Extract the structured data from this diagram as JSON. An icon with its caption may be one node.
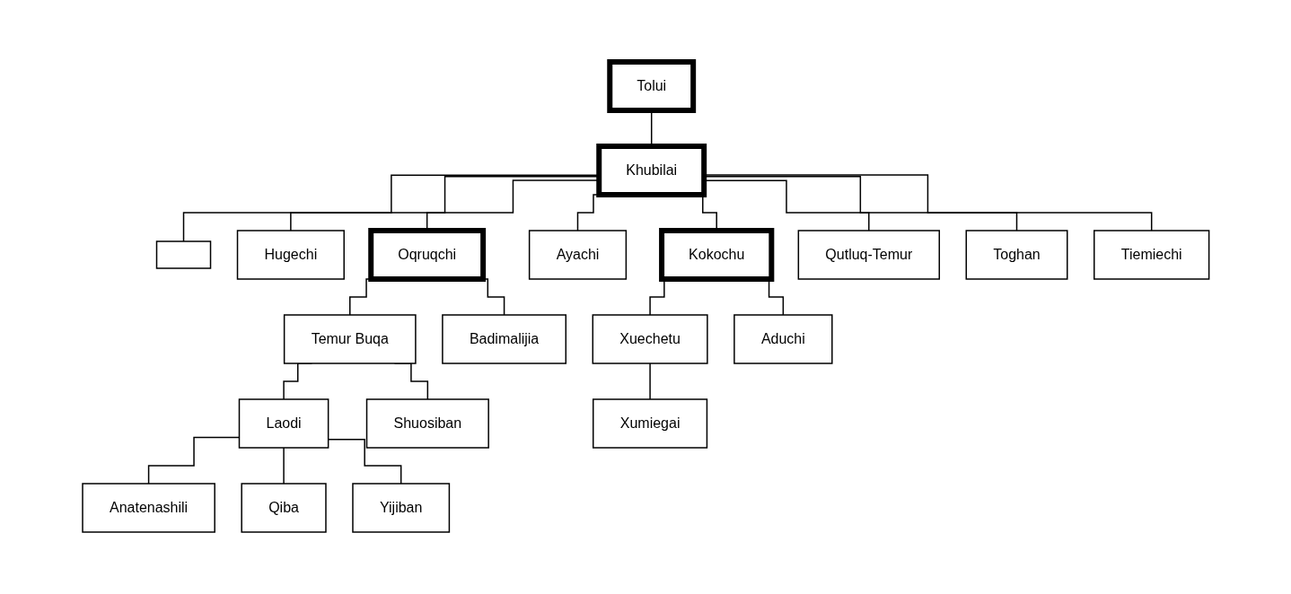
{
  "diagram": {
    "nodes": [
      {
        "text": [
          "Tolui"
        ]
      },
      {
        "text": [
          "Khubilai"
        ]
      },
      {
        "text": [],
        "shape": "box"
      },
      {
        "text": [
          "Hugechi"
        ]
      },
      {
        "text": [
          "Oqruqchi"
        ]
      },
      {
        "text": [
          "Ayachi"
        ]
      },
      {
        "text": [
          "Kokochu"
        ]
      },
      {
        "text": [
          "Qutluq-Temur"
        ]
      },
      {
        "text": [
          "Toghan"
        ]
      },
      {
        "text": [
          "Tiemiechi"
        ]
      },
      {
        "text": [
          "Temur Buqa"
        ]
      },
      {
        "text": [
          "Badimalijia"
        ]
      },
      {
        "text": [
          "Xuechetu"
        ]
      },
      {
        "text": [
          "Aduchi"
        ]
      },
      {
        "text": [
          "Laodi"
        ]
      },
      {
        "text": [
          "Shuosiban"
        ]
      },
      {
        "text": [
          "Xumiegai"
        ]
      },
      {
        "text": [
          "Anatenashili"
        ]
      },
      {
        "text": [
          "Qiba"
        ]
      },
      {
        "text": [
          "Yijiban"
        ]
      }
    ],
    "edges": [
      {
        "from": 0,
        "to": 1,
        "arrow": "none"
      },
      {
        "from": 1,
        "to": 2,
        "arrow": "none"
      },
      {
        "from": 1,
        "to": 3,
        "arrow": "none"
      },
      {
        "from": 1,
        "to": 4,
        "arrow": "none"
      },
      {
        "from": 1,
        "to": 5,
        "arrow": "none"
      },
      {
        "from": 1,
        "to": 6,
        "arrow": "none"
      },
      {
        "from": 1,
        "to": 7,
        "arrow": "none"
      },
      {
        "from": 1,
        "to": 8,
        "arrow": "none"
      },
      {
        "from": 1,
        "to": 9,
        "arrow": "none"
      },
      {
        "from": 4,
        "to": 10,
        "arrow": "none"
      },
      {
        "from": 4,
        "to": 11,
        "arrow": "none"
      },
      {
        "from": 6,
        "to": 12,
        "arrow": "none"
      },
      {
        "from": 6,
        "to": 13,
        "arrow": "none"
      },
      {
        "from": 10,
        "to": 14,
        "arrow": "none"
      },
      {
        "from": 10,
        "to": 15,
        "arrow": "none"
      },
      {
        "from": 12,
        "to": 16,
        "arrow": "none"
      },
      {
        "from": 14,
        "to": 17,
        "arrow": "none"
      },
      {
        "from": 14,
        "to": 18,
        "arrow": "none"
      },
      {
        "from": 14,
        "to": 19,
        "arrow": "none"
      }
    ]
  }
}
